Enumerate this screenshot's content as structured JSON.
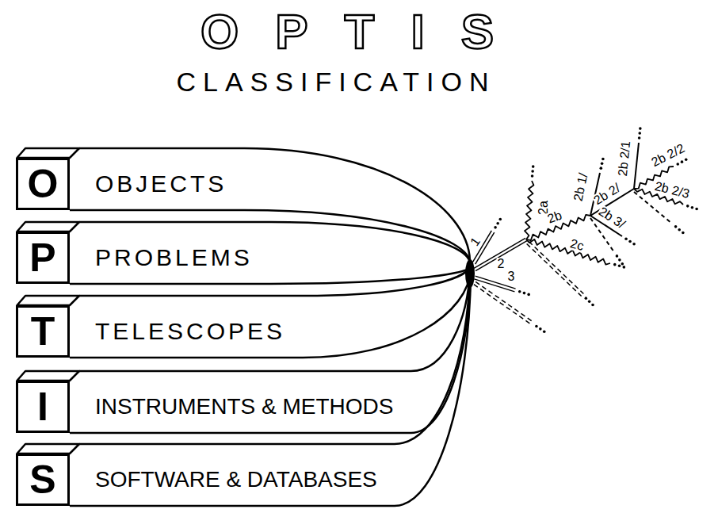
{
  "diagram": {
    "title": "OPTIS",
    "caption": "CLASSIFICATION",
    "nodes": [
      {
        "text": [
          "O",
          "OBJECTS"
        ]
      },
      {
        "text": [
          "P",
          "PROBLEMS"
        ]
      },
      {
        "text": [
          "T",
          "TELESCOPES"
        ]
      },
      {
        "text": [
          "I",
          "INSTRUMENTS & METHODS"
        ]
      },
      {
        "text": [
          "S",
          "SOFTWARE & DATABASES"
        ]
      }
    ],
    "labels": [
      "1",
      "2",
      "3",
      "2a",
      "2b",
      "2c",
      "2b 1/",
      "2b 2/",
      "2b 3/",
      "2b 2/1",
      "2b 2/2",
      "2b 2/3"
    ]
  }
}
